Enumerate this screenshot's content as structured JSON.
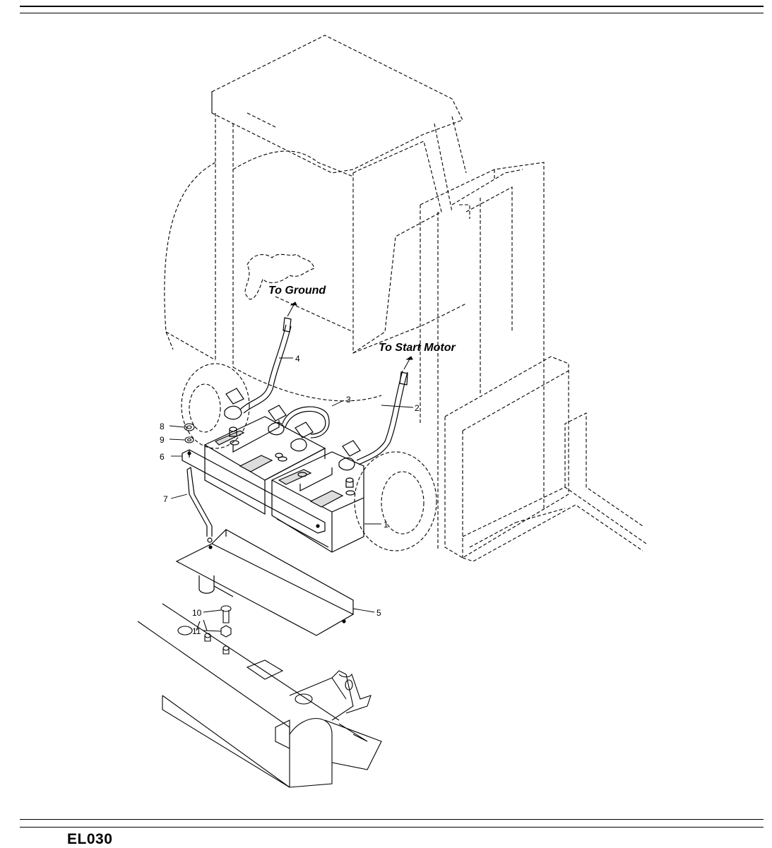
{
  "diagram": {
    "callouts": [
      {
        "id": "1",
        "label": "1"
      },
      {
        "id": "2",
        "label": "2"
      },
      {
        "id": "3",
        "label": "3"
      },
      {
        "id": "4",
        "label": "4"
      },
      {
        "id": "5",
        "label": "5"
      },
      {
        "id": "6",
        "label": "6"
      },
      {
        "id": "7",
        "label": "7"
      },
      {
        "id": "8",
        "label": "8"
      },
      {
        "id": "9",
        "label": "9"
      },
      {
        "id": "10",
        "label": "10"
      },
      {
        "id": "11",
        "label": "11"
      }
    ],
    "to_ground": "To Ground",
    "to_start_motor": "To Start Motor"
  },
  "footer": {
    "code": "EL030"
  }
}
